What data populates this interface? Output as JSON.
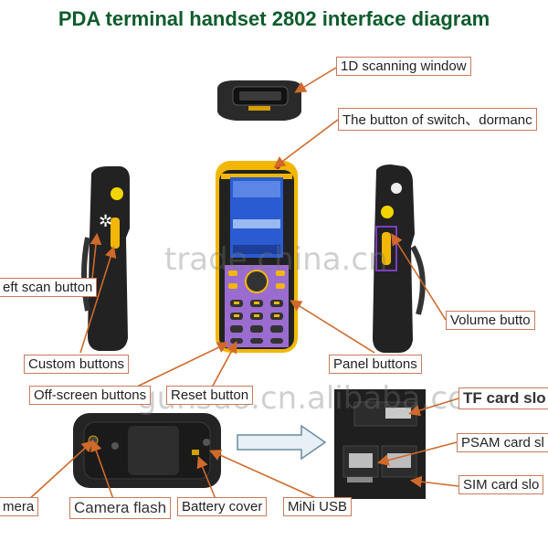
{
  "title": "PDA terminal handset 2802 interface diagram",
  "labels": {
    "scan_window": "1D scanning window",
    "switch_button": "The button of switch、dormanc",
    "left_scan": "eft scan button",
    "volume": "Volume butto",
    "custom": "Custom buttons",
    "panel": "Panel buttons",
    "offscreen": "Off-screen buttons",
    "reset": "Reset button",
    "tf_card": "TF card slo",
    "psam_card": "PSAM card sl",
    "sim_card": "SIM card slo",
    "camera": "mera",
    "camera_flash": "Camera flash",
    "battery_cover": "Battery cover",
    "mini_usb": "MiNi USB"
  },
  "watermarks": [
    "trade.china.cn",
    "gunsuo.cn.alibaba.com"
  ],
  "colors": {
    "title": "#0d5c2c",
    "arrow": "#d06a2a",
    "label_border": "#c97a5a",
    "device_yellow": "#f2b705",
    "device_black": "#1e1e1e",
    "screen_blue": "#2a5bd0",
    "keypad_purple": "#9b6ccf"
  }
}
